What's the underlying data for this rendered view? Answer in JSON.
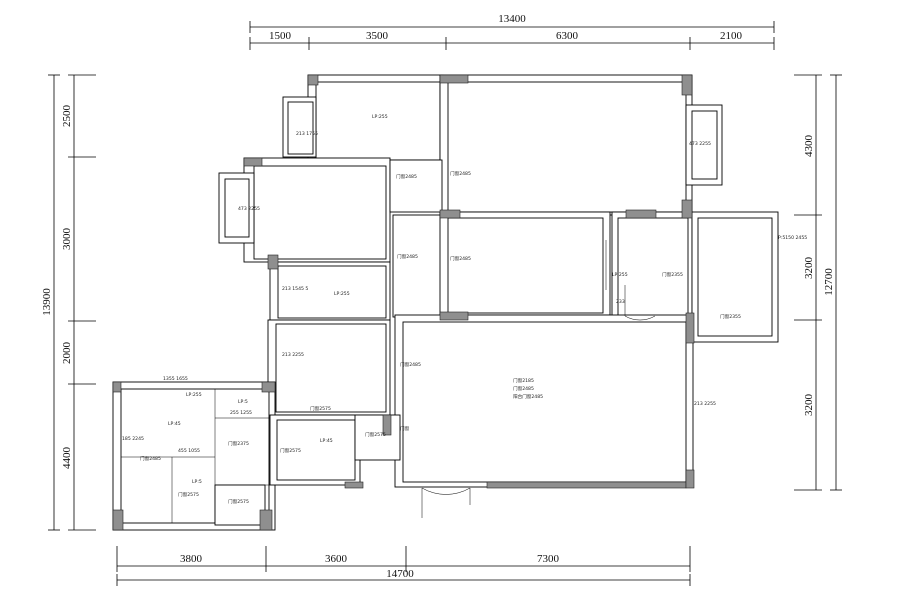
{
  "dimensions": {
    "top_total": "13400",
    "top_segments": [
      "1500",
      "3500",
      "6300",
      "2100"
    ],
    "bottom_total": "14700",
    "bottom_segments": [
      "3800",
      "3600",
      "7300"
    ],
    "left_total": "13900",
    "left_segments": [
      "2500",
      "3000",
      "2000",
      "4400"
    ],
    "right_total": "12700",
    "right_segments": [
      "4300",
      "3200",
      "3200"
    ]
  },
  "room_labels": [
    "LP:255",
    "213 1755",
    "473 2255",
    "473 2255",
    "LP:255",
    "门窗2485",
    "门窗2485",
    "门窗2485",
    "门窗2485",
    "LP:255",
    "门窗2355",
    "门窗2355",
    "P:5150 2455",
    "233",
    "213 1545 5",
    "LP:255",
    "213 2255",
    "门窗2485",
    "门窗2575",
    "门窗2185",
    "门窗2485",
    "阳台门窗2485",
    "213 2255",
    "1355 1655",
    "LP:45",
    "LP:5",
    "255 1255",
    "185 2245",
    "门窗2375",
    "LP:45",
    "门窗2575",
    "门窗2575",
    "455 1055",
    "门窗2485",
    "LP:5",
    "门窗2575",
    "门窗2575",
    "门窗"
  ]
}
